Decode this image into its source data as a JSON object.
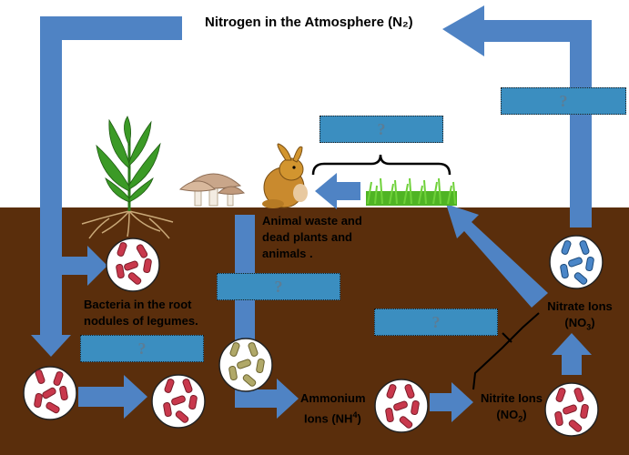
{
  "title": "Nitrogen in the Atmosphere (N₂)",
  "labels": {
    "animal_waste": "Animal waste and dead plants and animals .",
    "bacteria_root": "Bacteria in the root nodules of legumes.",
    "ammonium_line1": "Ammonium",
    "ammonium_line2": "Ions (NH",
    "ammonium_sup": "4",
    "ammonium_end": ")",
    "nitrite_line1": "Nitrite Ions",
    "nitrite_line2": "(NO",
    "nitrite_sub": "2",
    "nitrite_end": ")",
    "nitrate_line1": "Nitrate Ions",
    "nitrate_line2": "(NO",
    "nitrate_sub": "3",
    "nitrate_end": ")"
  },
  "unknown_boxes": [
    "?",
    "?",
    "?",
    "?",
    "?"
  ],
  "colors": {
    "soil": "#5a2e0c",
    "arrow": "#4f83c4",
    "box": "#3b8ec0",
    "bacteria_red": "#c8384c",
    "bacteria_blue": "#4a86c8",
    "bacteria_tan": "#a8a060"
  }
}
